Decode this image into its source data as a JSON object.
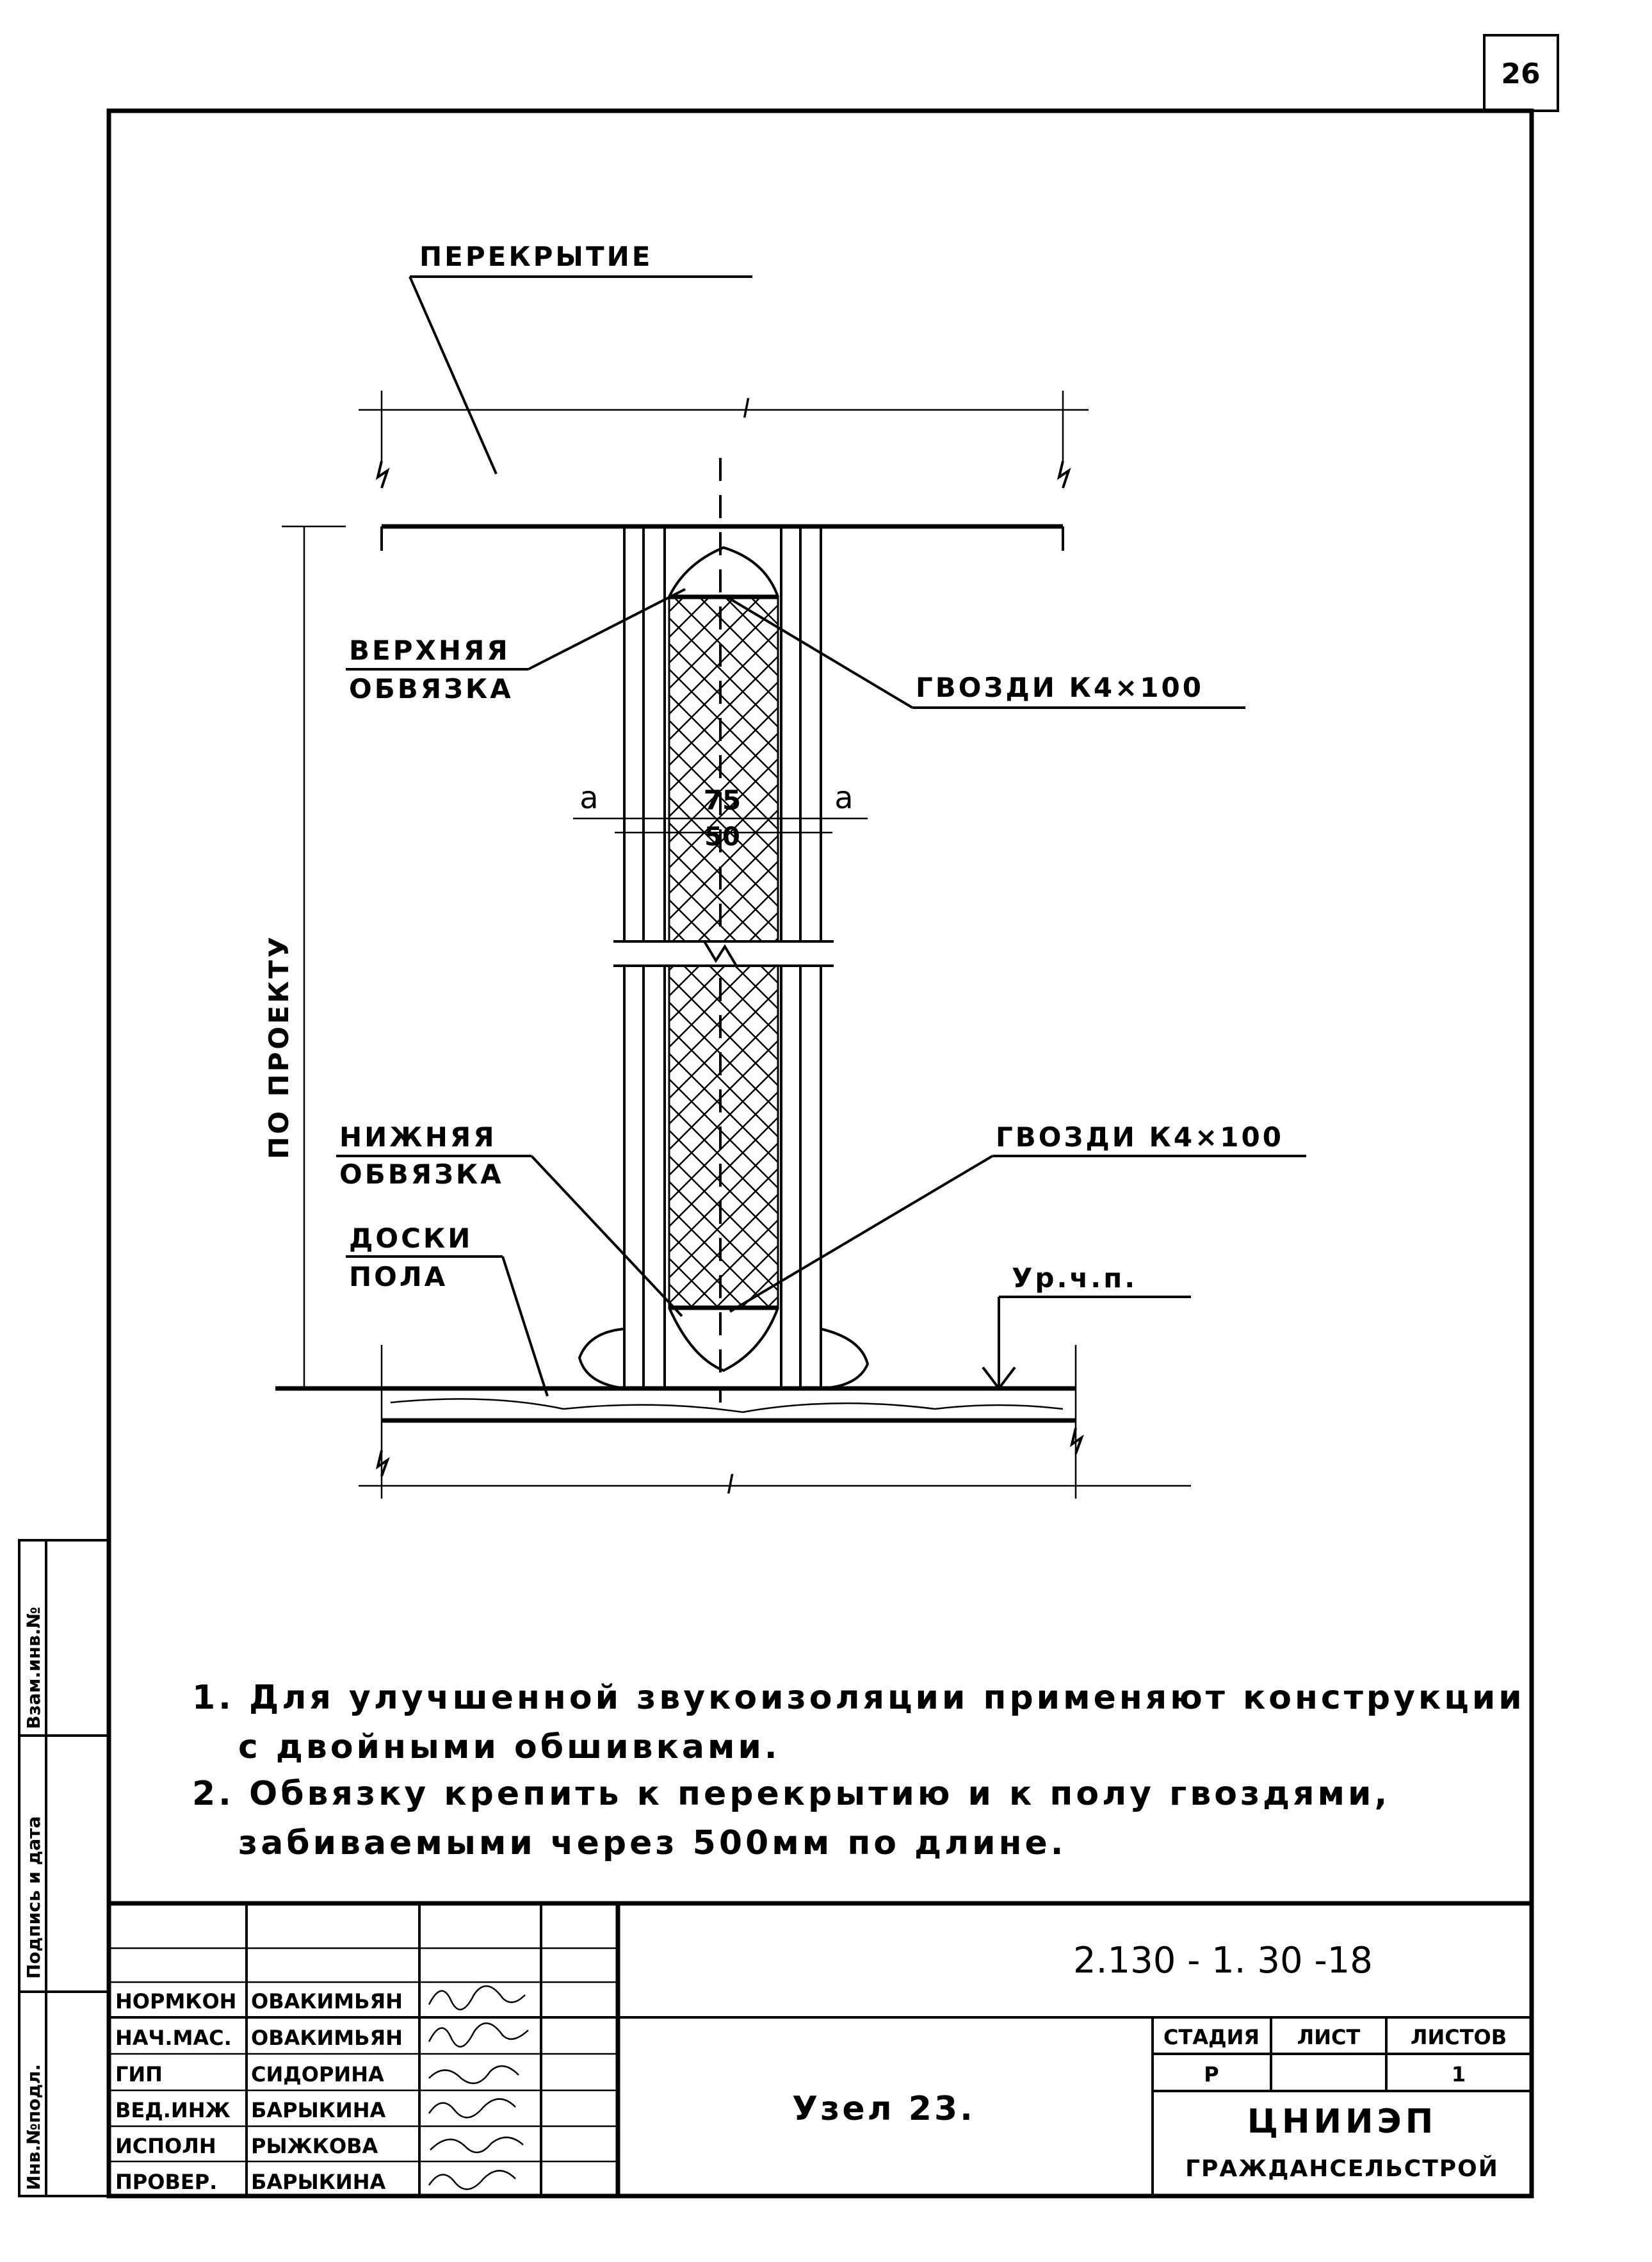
{
  "sheet": {
    "page_number": "26"
  },
  "drawing": {
    "floor_slab": "ПЕРЕКРЫТИЕ",
    "top_plate": [
      "ВЕРХНЯЯ",
      "ОБВЯЗКА"
    ],
    "nails_top": "ГВОЗДИ К4×100",
    "bottom_plate": [
      "НИЖНЯЯ",
      "ОБВЯЗКА"
    ],
    "nails_bottom": "ГВОЗДИ К4×100",
    "floor_boards": [
      "ДОСКИ",
      "ПОЛА"
    ],
    "floor_level": "Ур.ч.п.",
    "height_label": "ПО ПРОЕКТУ",
    "dim_75": "75",
    "dim_50": "50",
    "dim_a": "a",
    "dim_l": "l"
  },
  "notes": [
    "1. Для улучшенной звукоизоляции применяют конструкции",
    "с двойными обшивками.",
    "2. Обвязку крепить к перекрытию и к полу гвоздями,",
    "забиваемыми через 500мм по длине."
  ],
  "side_stamp": [
    "Инв.№подл.",
    "Подпись и дата",
    "Взам.инв.№"
  ],
  "title_block": {
    "doc_code": "2.130 - 1. 30 -18",
    "roles": [
      {
        "role": "НОРМКОН",
        "name": "ОВАКИМЬЯН"
      },
      {
        "role": "НАЧ.МАС.",
        "name": "ОВАКИМЬЯН"
      },
      {
        "role": "ГИП",
        "name": "СИДОРИНА"
      },
      {
        "role": "ВЕД.ИНЖ",
        "name": "БАРЫКИНА"
      },
      {
        "role": "ИСПОЛН",
        "name": "РЫЖКОВА"
      },
      {
        "role": "ПРОВЕР.",
        "name": "БАРЫКИНА"
      }
    ],
    "node_title": "Узел 23.",
    "stage_header": "СТАДИЯ",
    "sheet_header": "ЛИСТ",
    "sheets_header": "ЛИСТОВ",
    "stage": "Р",
    "sheet": "",
    "sheets": "1",
    "org_line1": "ЦНИИЭП",
    "org_line2": "ГРАЖДАНСЕЛЬСТРОЙ"
  }
}
